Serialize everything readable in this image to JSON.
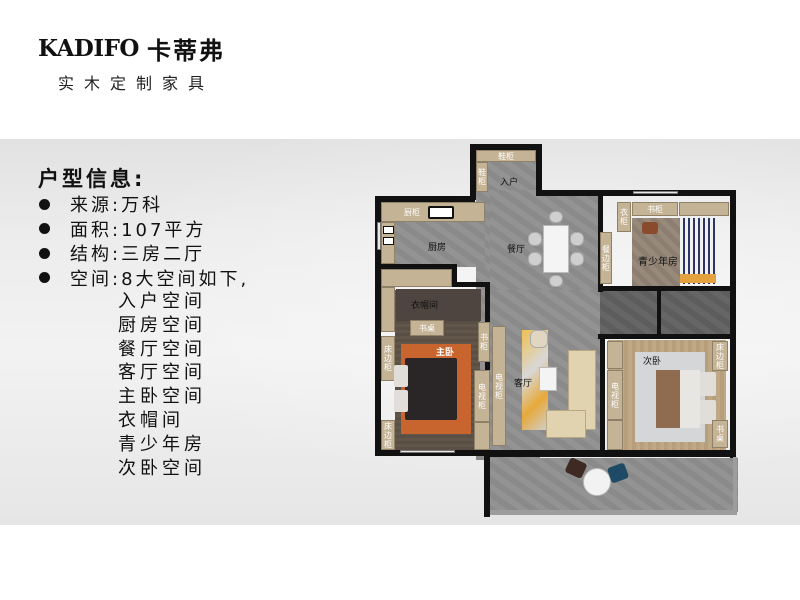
{
  "header": {
    "brand_en": "KADIFO",
    "brand_cn": "卡蒂弗",
    "slogan": "实木定制家具"
  },
  "info": {
    "title": "户型信息:",
    "rows": [
      {
        "label": "来源:",
        "value": "万科"
      },
      {
        "label": "面积:",
        "value": "107平方"
      },
      {
        "label": "结构:",
        "value": "三房二厅"
      },
      {
        "label": "空间:",
        "value": "8大空间如下,"
      }
    ],
    "spaces": [
      "入户空间",
      "厨房空间",
      "餐厅空间",
      "客厅空间",
      "主卧空间",
      "衣帽间",
      "青少年房",
      "次卧空间"
    ]
  },
  "plan": {
    "rooms": {
      "entry": "入户",
      "kitchen": "厨房",
      "dining": "餐厅",
      "teen_room": "青少年房",
      "master": "主卧",
      "closet": "衣帽间",
      "living": "客厅",
      "second": "次卧"
    },
    "cabinets": {
      "shoe_top": "鞋柜",
      "shoe_side": "鞋柜",
      "kitchen": "厨柜",
      "sideboard": "餐边柜",
      "teen_bookcase": "书柜",
      "teen_wardrobe": "衣柜",
      "master_desk": "书桌",
      "master_nightstand_top": "床边柜",
      "master_nightstand_bottom": "床边柜",
      "master_bookcase": "书柜",
      "master_tv": "电视柜",
      "living_tv": "电视柜",
      "second_tv": "电视柜",
      "second_nightstand": "床边柜",
      "second_desk": "书桌"
    },
    "colors": {
      "wall": "#111111",
      "cabinet": "#c4b395",
      "rug_master": "#c8642e",
      "floor_tile": "#8c8c8c"
    }
  }
}
